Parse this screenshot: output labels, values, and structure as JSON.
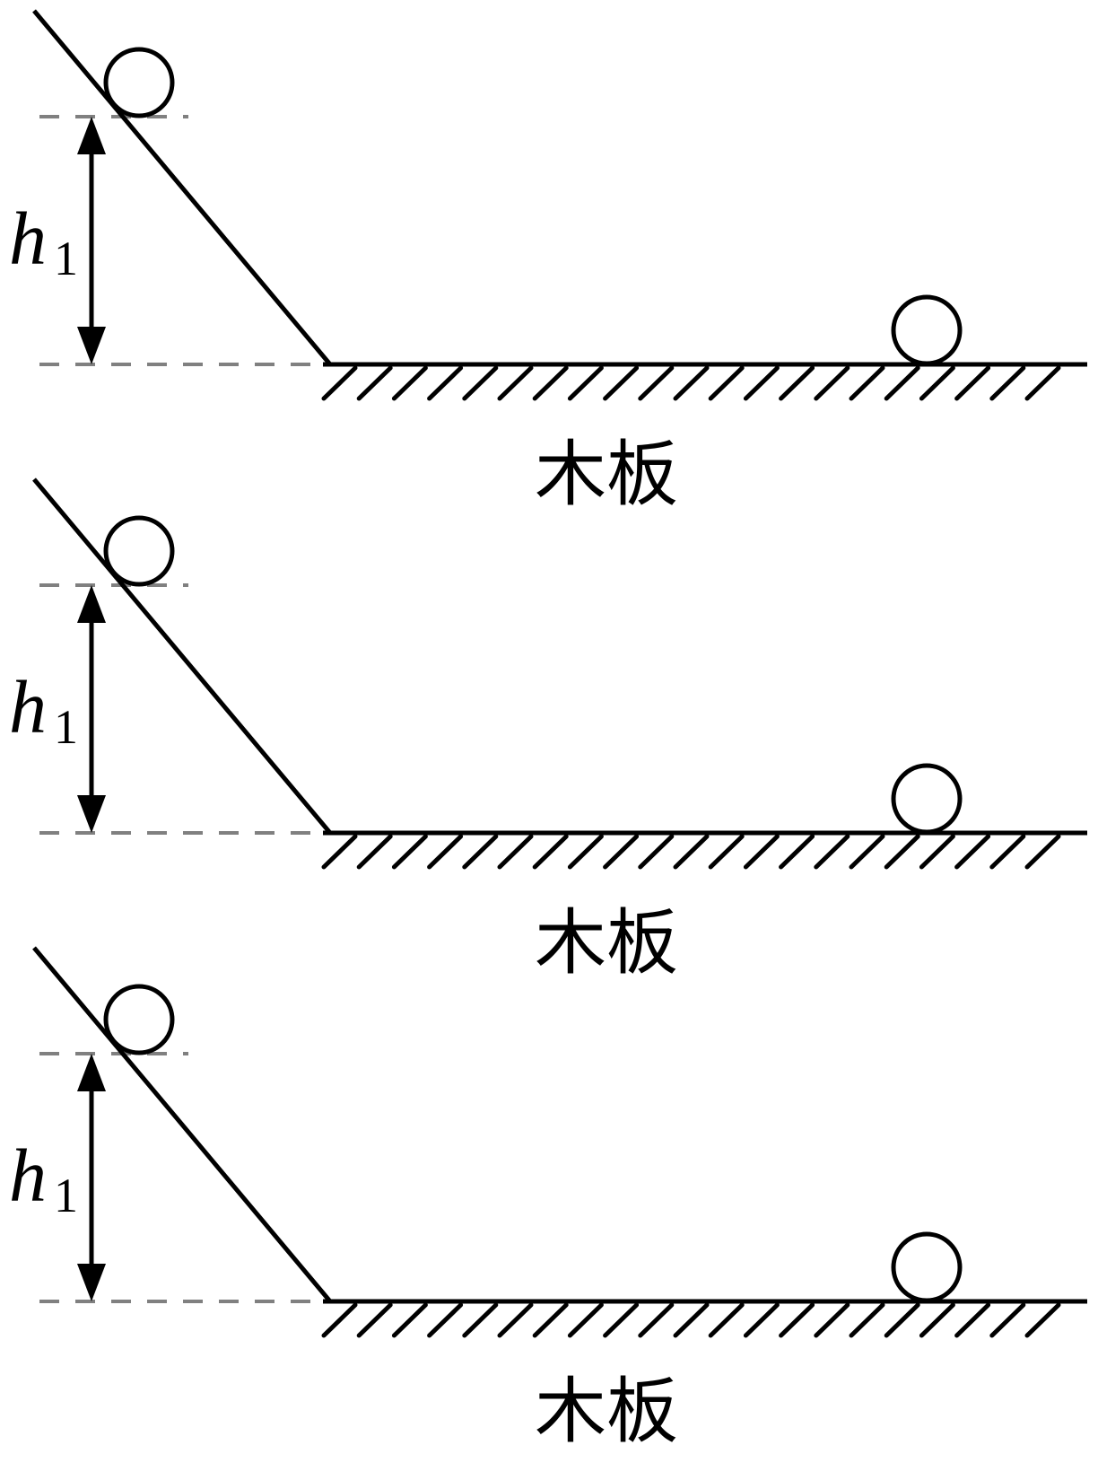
{
  "panels": [
    {
      "height_label": "h",
      "height_subscript": "1",
      "surface_label": "木板"
    },
    {
      "height_label": "h",
      "height_subscript": "1",
      "surface_label": "木板"
    },
    {
      "height_label": "h",
      "height_subscript": "1",
      "surface_label": "木板"
    }
  ]
}
